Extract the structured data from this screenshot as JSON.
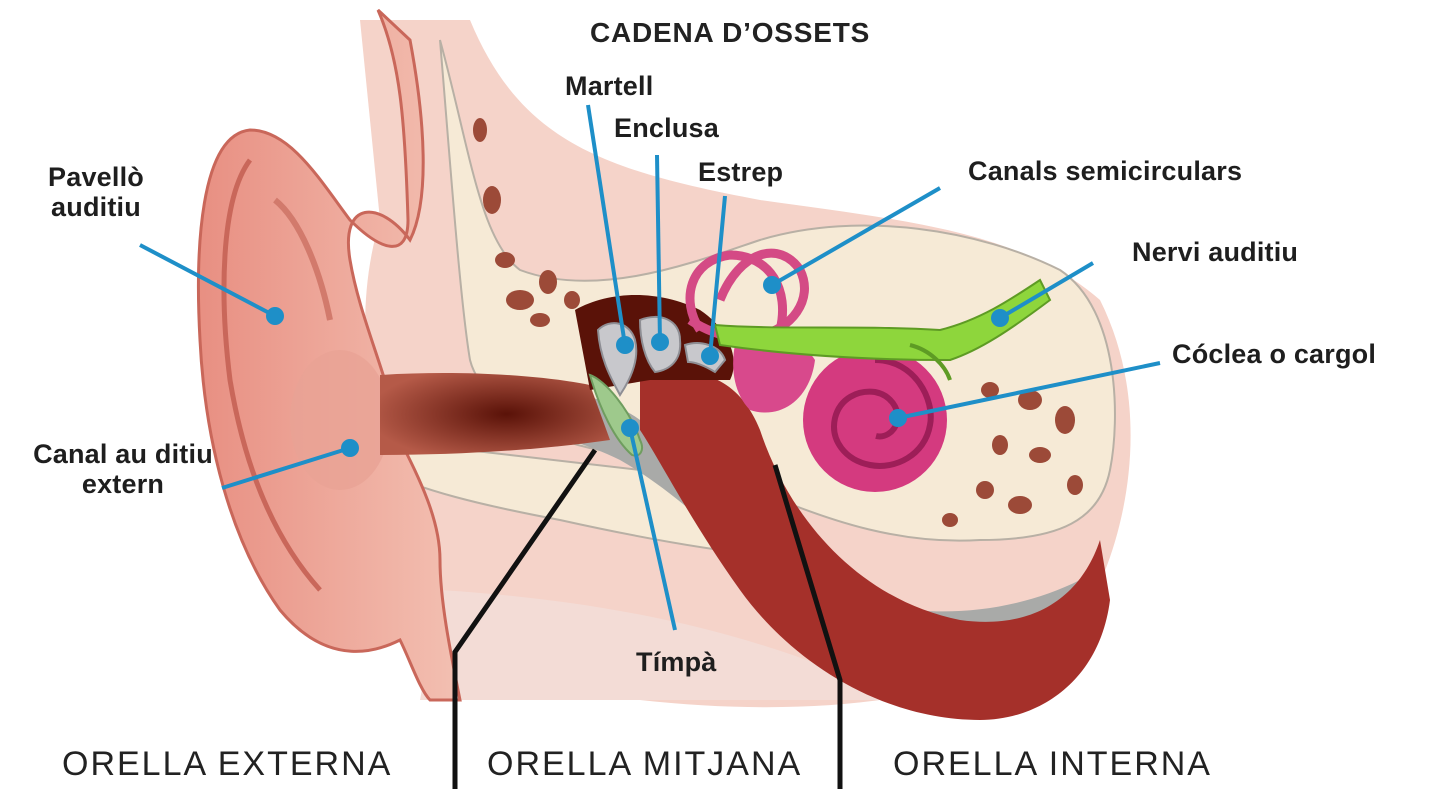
{
  "header": "CADENA D’OSSETS",
  "labels": {
    "pavello_line1": "Pavellò",
    "pavello_line2": "auditiu",
    "canal_line1": "Canal au ditiu",
    "canal_line2": "extern",
    "martell": "Martell",
    "enclusa": "Enclusa",
    "estrep": "Estrep",
    "canals": "Canals semicirculars",
    "nervi": "Nervi auditiu",
    "coclea": "Cóclea o cargol",
    "timpa": "Tímpà"
  },
  "regions": {
    "externa": "ORELLA EXTERNA",
    "mitjana": "ORELLA MITJANA",
    "interna": "ORELLA INTERNA"
  },
  "colors": {
    "leader": "#1e8fc8",
    "skin": "#e79a8e",
    "bone": "#f6ead6",
    "canal": "#8a2a1e",
    "cochlea": "#d43a7f",
    "nerve": "#8ed63c",
    "tympanum": "#9ec98c"
  }
}
